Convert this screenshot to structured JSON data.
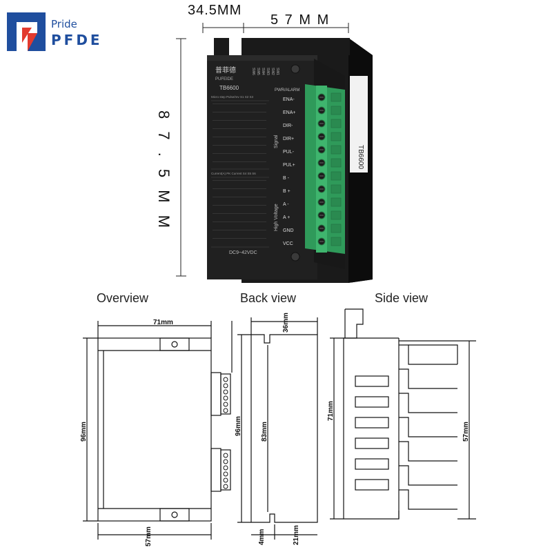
{
  "brand": {
    "tagline": "Pride",
    "name": "PFDE",
    "colors": {
      "blue": "#1f4e9e",
      "red": "#e23a2e"
    }
  },
  "photo": {
    "dim_depth": "34.5MM",
    "dim_width": "5 7 M M",
    "dim_height": "8 7 . 5 M M",
    "device": {
      "brand_cn": "普菲德",
      "brand_en": "PUFEIDE",
      "model": "TB6600",
      "side_label": "TB6600",
      "microstep_header": "Micro step  Pulse/rev   S1   S2   S3",
      "current_header": "Current(A)  PK Current  S4   S5   S6",
      "power_label": "DC9~42VDC",
      "alarm_label": "PWR/ALARM",
      "signal_label": "Signal",
      "hv_label": "High Voltage",
      "switch_labels": [
        "SW6",
        "SW5",
        "SW4",
        "SW3",
        "SW2",
        "SW1"
      ],
      "terminals": [
        "ENA-",
        "ENA+",
        "DIR-",
        "DIR+",
        "PUL-",
        "PUL+",
        "B -",
        "B +",
        "A -",
        "A +",
        "GND",
        "VCC"
      ]
    }
  },
  "captions": {
    "overview": "Overview",
    "back": "Back view",
    "side": "Side view"
  },
  "drawing": {
    "overview": {
      "top": "71mm",
      "left": "96mm",
      "bottom": "57mm"
    },
    "back": {
      "top": "36mm",
      "left": "96mm",
      "inner": "83mm",
      "bottom_small": "4mm",
      "bottom": "21mm"
    },
    "side": {
      "left": "71mm",
      "right": "57mm"
    }
  }
}
